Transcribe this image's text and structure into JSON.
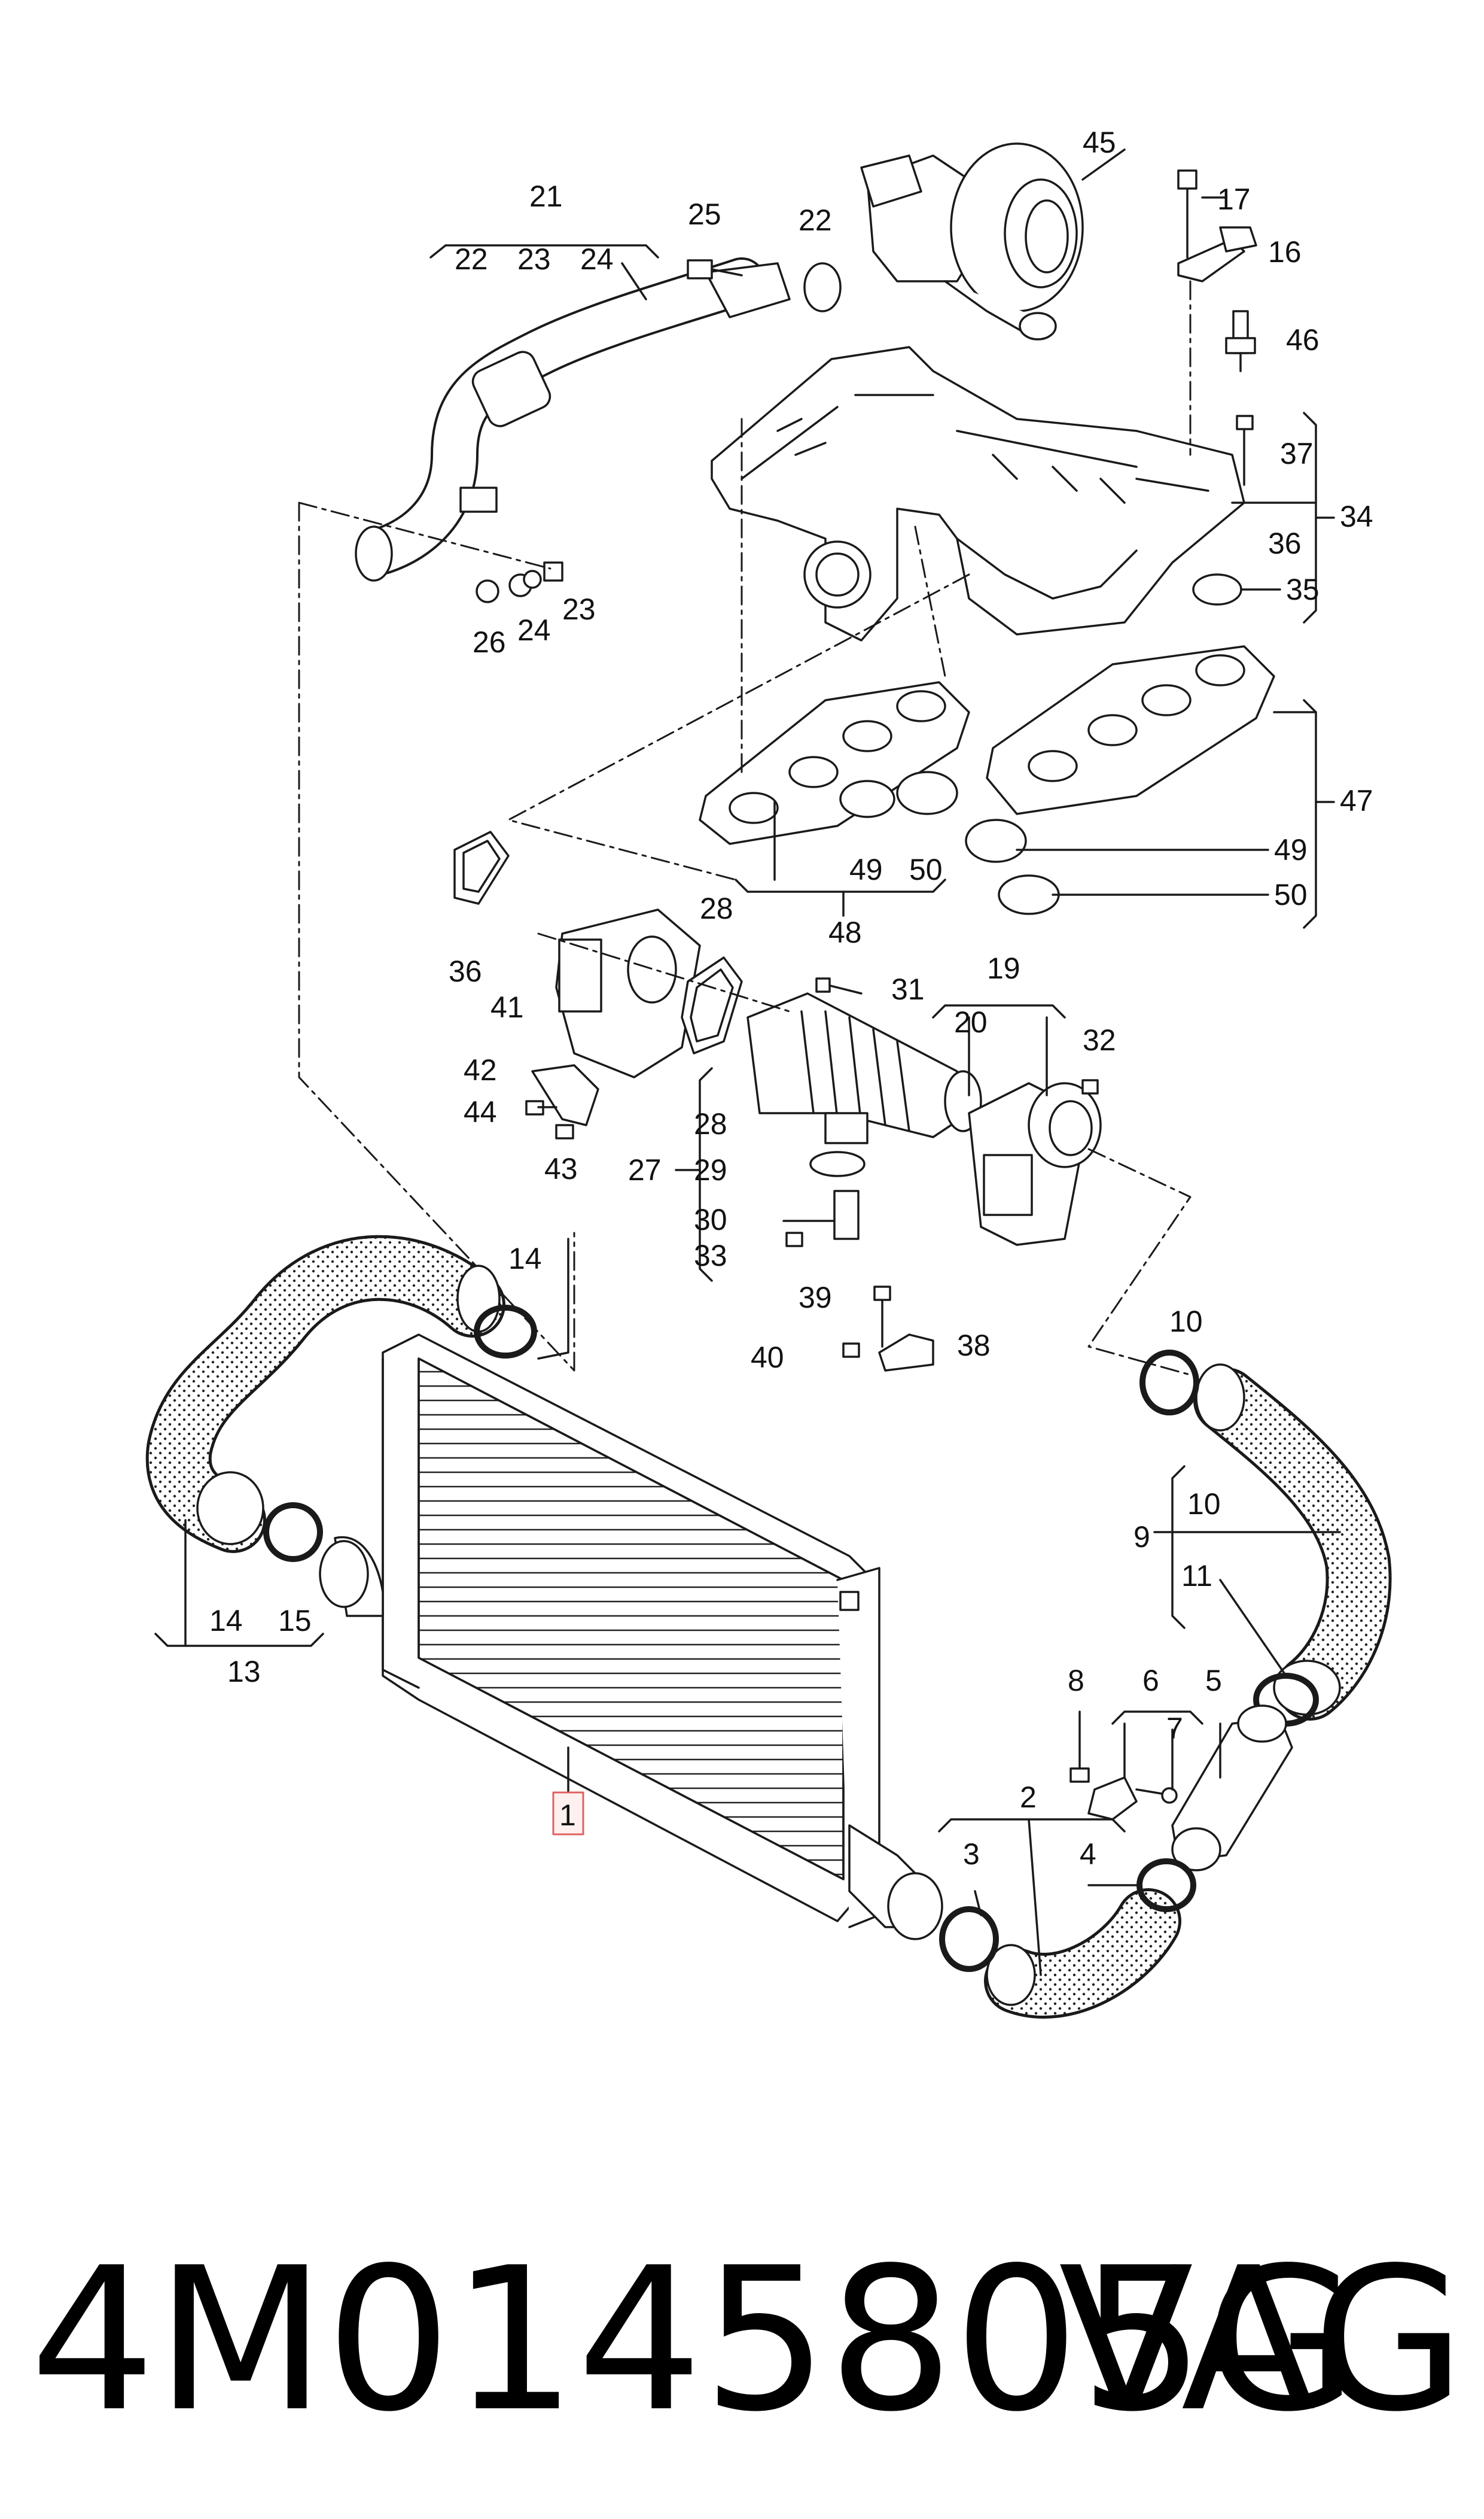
{
  "callouts": {
    "c1": "1",
    "c2": "2",
    "c3": "3",
    "c4": "4",
    "c5": "5",
    "c6": "6",
    "c7": "7",
    "c8": "8",
    "c9": "9",
    "c10a": "10",
    "c10b": "10",
    "c11": "11",
    "c13": "13",
    "c14a": "14",
    "c14b": "14",
    "c15": "15",
    "c16": "16",
    "c17": "17",
    "c19": "19",
    "c20": "20",
    "c21": "21",
    "c22a": "22",
    "c22b": "22",
    "c23a": "23",
    "c23b": "23",
    "c24a": "24",
    "c24b": "24",
    "c25": "25",
    "c26": "26",
    "c27": "27",
    "c28a": "28",
    "c28b": "28",
    "c29": "29",
    "c30": "30",
    "c31": "31",
    "c32": "32",
    "c33": "33",
    "c34": "34",
    "c35": "35",
    "c36a": "36",
    "c36b": "36",
    "c37": "37",
    "c38": "38",
    "c39": "39",
    "c40": "40",
    "c41": "41",
    "c42": "42",
    "c43": "43",
    "c44": "44",
    "c45": "45",
    "c46": "46",
    "c47": "47",
    "c48": "48",
    "c49a": "49",
    "c49b": "49",
    "c50a": "50",
    "c50b": "50"
  },
  "caption": {
    "part_number": "4M0145805G",
    "brand": "VAG"
  },
  "colors": {
    "line": "#1a1a1a",
    "highlight_box": "#e06060",
    "highlight_fill": "#fff0f0",
    "part_fill": "#ffffff",
    "shade": "#d8d8d8"
  }
}
